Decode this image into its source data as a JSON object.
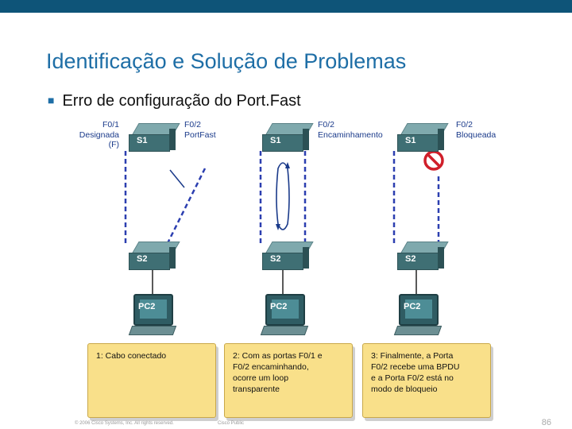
{
  "slide": {
    "title": "Identificação e Solução de Problemas",
    "bullet": "Erro de configuração do Port.Fast",
    "footer_left": "© 2006 Cisco Systems, Inc. All rights reserved.",
    "footer_mid": "Cisco Public",
    "page_number": "86"
  },
  "diagram": {
    "panel1": {
      "s1": "S1",
      "s2": "S2",
      "pc": "PC2",
      "left_port_1": "F0/1",
      "left_port_2": "Designada",
      "left_port_3": "(F)",
      "right_port_1": "F0/2",
      "right_port_2": "PortFast",
      "note": "1: Cabo conectado"
    },
    "panel2": {
      "s1": "S1",
      "s2": "S2",
      "pc": "PC2",
      "port_1": "F0/2",
      "port_2": "Encaminhamento",
      "note_l1": "2: Com as portas F0/1 e",
      "note_l2": "F0/2 encaminhando,",
      "note_l3": "ocorre um loop",
      "note_l4": "transparente"
    },
    "panel3": {
      "s1": "S1",
      "s2": "S2",
      "pc": "PC2",
      "port_1": "F0/2",
      "port_2": "Bloqueada",
      "note_l1": "3: Finalmente, a Porta",
      "note_l2": "F0/2 recebe uma BPDU",
      "note_l3": "e a Porta F0/2 está no",
      "note_l4": "modo de bloqueio"
    }
  },
  "colors": {
    "accent": "#1e6ea6",
    "topbar": "#0e5478",
    "link_dashed": "#2c3fb0",
    "blocked": "#d01f2a",
    "note_bg": "#f9e08a"
  },
  "icons": [
    "switch-icon",
    "pc-icon",
    "blocked-icon",
    "loop-arrow-icon",
    "cable-icon"
  ]
}
